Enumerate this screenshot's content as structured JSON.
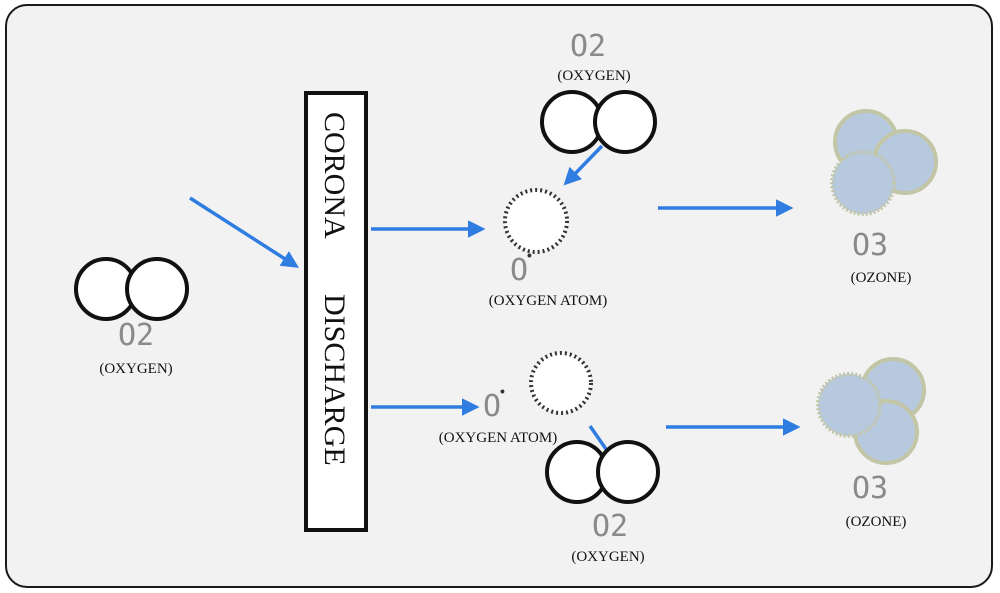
{
  "colors": {
    "arrow": "#2f7de1",
    "ozone_fill": "#b7c9df",
    "ozone_edge": "#c3c6a6",
    "frame_bg": "#f2f2f2"
  },
  "discharge": {
    "word1": "CORONA",
    "word2": "DISCHARGE"
  },
  "left_oxygen": {
    "symbol": "O2",
    "caption": "(OXYGEN)"
  },
  "top_oxygen": {
    "symbol": "O2",
    "caption": "(OXYGEN)"
  },
  "top_atom": {
    "symbol": "O",
    "caption": "(OXYGEN ATOM)"
  },
  "top_ozone": {
    "symbol": "O3",
    "caption": "(OZONE)"
  },
  "bottom_atom": {
    "symbol": "O",
    "caption": "(OXYGEN ATOM)"
  },
  "bottom_oxygen": {
    "symbol": "O2",
    "caption": "(OXYGEN)"
  },
  "bottom_ozone": {
    "symbol": "O3",
    "caption": "(OZONE)"
  }
}
